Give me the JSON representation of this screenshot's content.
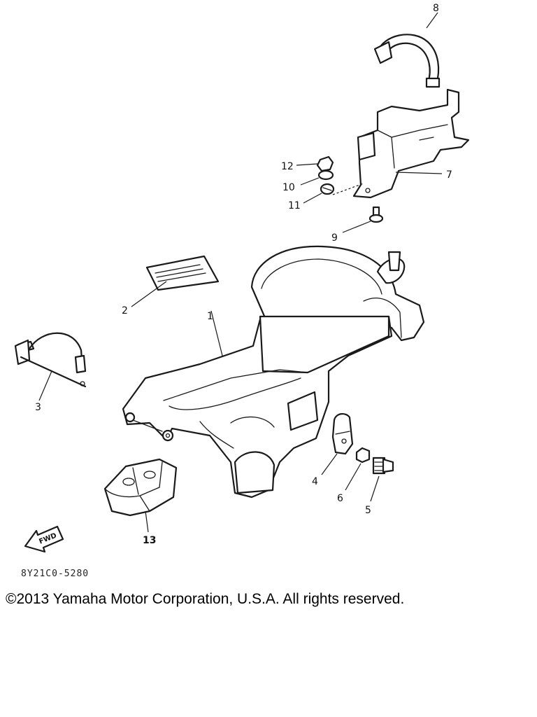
{
  "callouts": {
    "c1": "1",
    "c2": "2",
    "c3": "3",
    "c4": "4",
    "c5": "5",
    "c6": "6",
    "c7": "7",
    "c8": "8",
    "c9": "9",
    "c10": "10",
    "c11": "11",
    "c12": "12",
    "c13": "13"
  },
  "fwd_label": "FWD",
  "diagram_code": "8Y21C0-5280",
  "copyright": "©2013 Yamaha Motor Corporation, U.S.A. All rights reserved."
}
